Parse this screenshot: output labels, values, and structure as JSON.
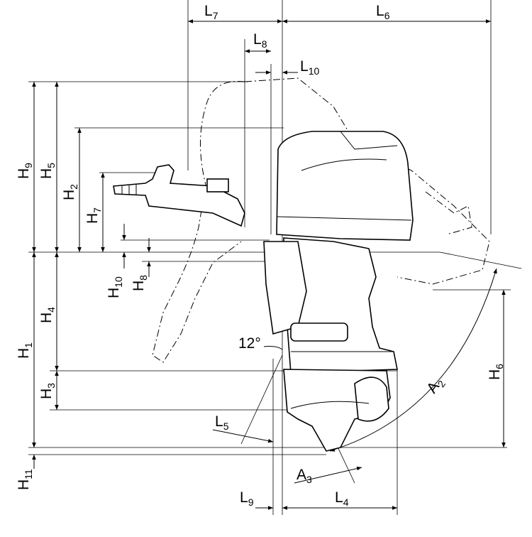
{
  "diagram": {
    "labels": {
      "L7": {
        "base": "L",
        "sub": "7"
      },
      "L6": {
        "base": "L",
        "sub": "6"
      },
      "L8": {
        "base": "L",
        "sub": "8"
      },
      "L10": {
        "base": "L",
        "sub": "10"
      },
      "H9": {
        "base": "H",
        "sub": "9"
      },
      "H5": {
        "base": "H",
        "sub": "5"
      },
      "H2": {
        "base": "H",
        "sub": "2"
      },
      "H7": {
        "base": "H",
        "sub": "7"
      },
      "H10": {
        "base": "H",
        "sub": "10"
      },
      "H8": {
        "base": "H",
        "sub": "8"
      },
      "H4": {
        "base": "H",
        "sub": "4"
      },
      "H1": {
        "base": "H",
        "sub": "1"
      },
      "H3": {
        "base": "H",
        "sub": "3"
      },
      "H11": {
        "base": "H",
        "sub": "11"
      },
      "H6": {
        "base": "H",
        "sub": "6"
      },
      "L5": {
        "base": "L",
        "sub": "5"
      },
      "L9": {
        "base": "L",
        "sub": "9"
      },
      "L4": {
        "base": "L",
        "sub": "4"
      },
      "A2": {
        "base": "A",
        "sub": "2"
      },
      "A3": {
        "base": "A",
        "sub": "3"
      },
      "angle": "12°"
    }
  }
}
